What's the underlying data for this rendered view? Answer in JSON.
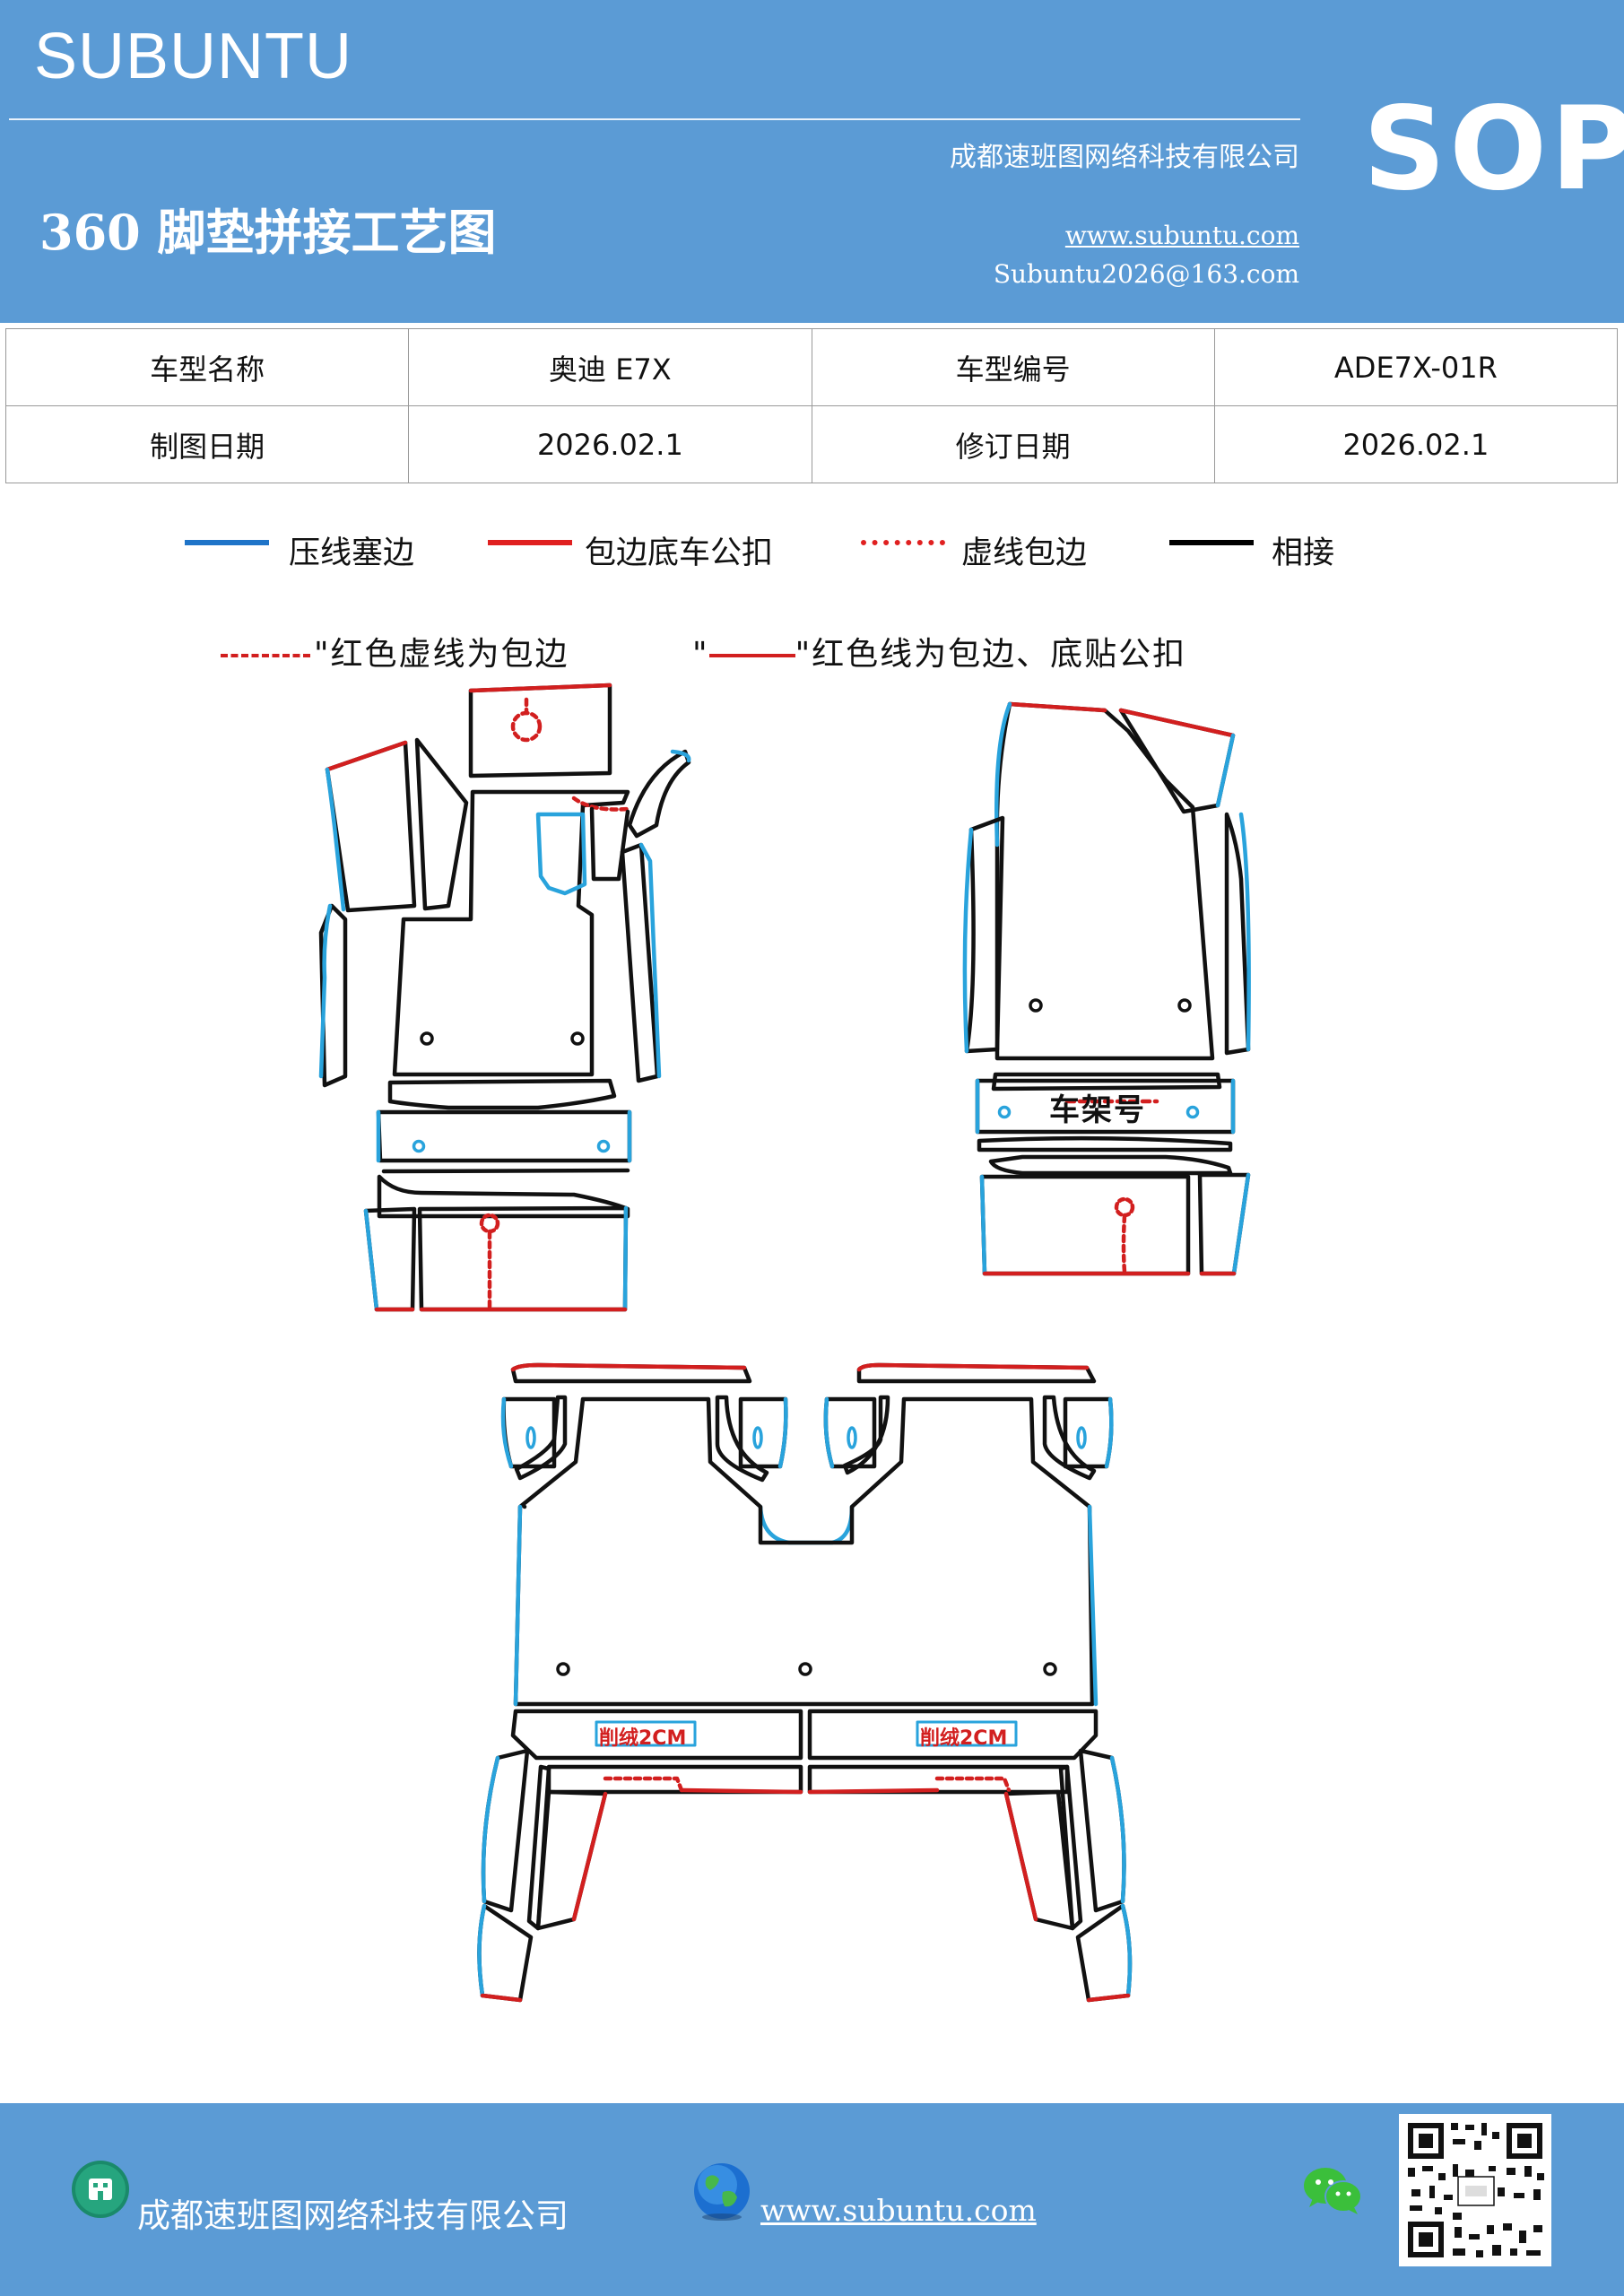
{
  "header": {
    "brand": "SUBUNTU",
    "company": "成都速班图网络科技有限公司",
    "title": "360 脚垫拼接工艺图",
    "website": "www.subuntu.com",
    "email": "Subuntu2026@163.com",
    "badge": "SOP"
  },
  "info_table": {
    "row1": {
      "label1": "车型名称",
      "value1": "奥迪 E7X",
      "label2": "车型编号",
      "value2": "ADE7X-01R"
    },
    "row2": {
      "label1": "制图日期",
      "value1": "2026.02.1",
      "label2": "修订日期",
      "value2": "2026.02.1"
    }
  },
  "legend": [
    {
      "label": "压线塞边",
      "color": "#1f74c8",
      "style": "solid"
    },
    {
      "label": "包边底车公扣",
      "color": "#e02020",
      "style": "solid"
    },
    {
      "label": "虚线包边",
      "color": "#e02020",
      "style": "dotted"
    },
    {
      "label": "相接",
      "color": "#000000",
      "style": "solid"
    }
  ],
  "diagram": {
    "note_dashed": "\"红色虚线为包边",
    "note_solid_prefix": "\"",
    "note_solid": "\"红色线为包边、底贴公扣",
    "frame_label": "车架号",
    "shave_left": "削绒2CM",
    "shave_right": "削绒2CM",
    "colors": {
      "blue": "#29a3dc",
      "red": "#d21f1f",
      "black": "#111111"
    }
  },
  "footer": {
    "company": "成都速班图网络科技有限公司",
    "website": "www.subuntu.com",
    "icons": [
      "building-icon",
      "globe-icon",
      "wechat-icon",
      "qr-code"
    ]
  }
}
